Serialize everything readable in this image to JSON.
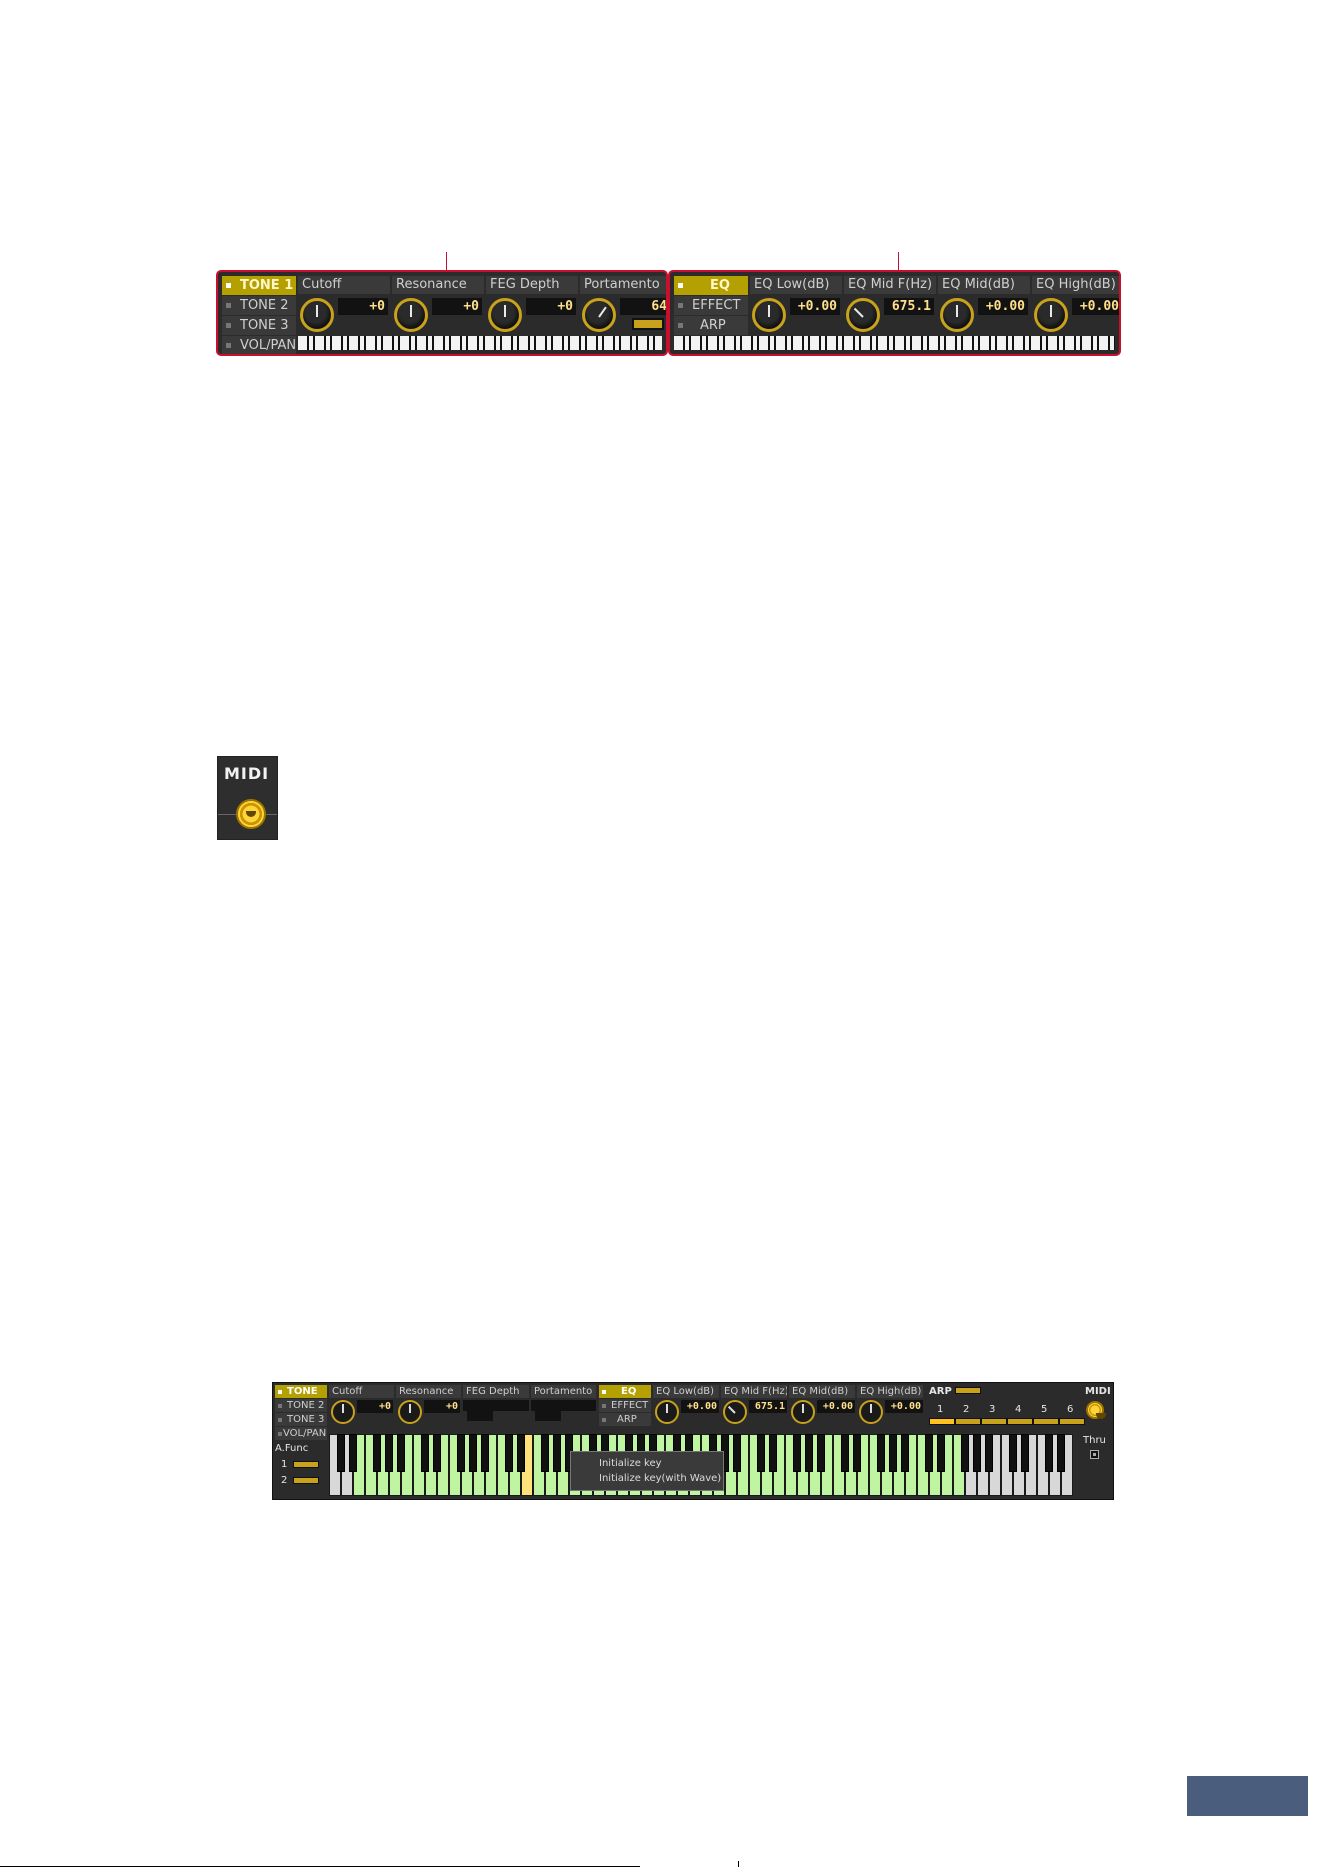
{
  "top_panel_left": {
    "tabs": [
      {
        "label": "TONE 1",
        "active": true
      },
      {
        "label": "TONE 2",
        "active": false
      },
      {
        "label": "TONE 3",
        "active": false
      },
      {
        "label": "VOL/PAN",
        "active": false
      }
    ],
    "params": [
      {
        "label": "Cutoff",
        "value": "+0"
      },
      {
        "label": "Resonance",
        "value": "+0"
      },
      {
        "label": "FEG Depth",
        "value": "+0"
      },
      {
        "label": "Portamento",
        "value": "64"
      }
    ]
  },
  "top_panel_right": {
    "tabs": [
      {
        "label": "EQ",
        "active": true
      },
      {
        "label": "EFFECT",
        "active": false
      },
      {
        "label": "ARP",
        "active": false
      }
    ],
    "params": [
      {
        "label": "EQ Low(dB)",
        "value": "+0.00"
      },
      {
        "label": "EQ Mid F(Hz)",
        "value": "675.1"
      },
      {
        "label": "EQ Mid(dB)",
        "value": "+0.00"
      },
      {
        "label": "EQ High(dB)",
        "value": "+0.00"
      }
    ]
  },
  "midi_tile": {
    "title": "MIDI",
    "icon": "midi-connector-icon"
  },
  "full_panel": {
    "tone_tabs": [
      {
        "label": "TONE 1",
        "active": true
      },
      {
        "label": "TONE 2",
        "active": false
      },
      {
        "label": "TONE 3",
        "active": false
      },
      {
        "label": "VOL/PAN",
        "active": false
      }
    ],
    "tone_params": [
      {
        "label": "Cutoff",
        "value": "+0"
      },
      {
        "label": "Resonance",
        "value": "+0"
      },
      {
        "label": "FEG Depth",
        "value": ""
      },
      {
        "label": "Portamento",
        "value": ""
      }
    ],
    "eq_tabs": [
      {
        "label": "EQ",
        "active": true
      },
      {
        "label": "EFFECT",
        "active": false
      },
      {
        "label": "ARP",
        "active": false
      }
    ],
    "eq_params": [
      {
        "label": "EQ Low(dB)",
        "value": "+0.00"
      },
      {
        "label": "EQ Mid F(Hz)",
        "value": "675.1"
      },
      {
        "label": "EQ Mid(dB)",
        "value": "+0.00"
      },
      {
        "label": "EQ High(dB)",
        "value": "+0.00"
      }
    ],
    "arp_label": "ARP",
    "arp_slots": [
      "1",
      "2",
      "3",
      "4",
      "5",
      "6"
    ],
    "arp_active_slot": 1,
    "midi_label": "MIDI",
    "thru_label": "Thru",
    "afunc_label": "A.Func",
    "afunc_slots": [
      "1",
      "2"
    ],
    "context_menu": [
      "Initialize key",
      "Initialize key(with Wave)"
    ],
    "colors": {
      "key_active": "#bff5a0",
      "key_inactive": "#d8d8d8",
      "key_selected": "#ffe27a",
      "accent": "#c8a21a"
    }
  }
}
